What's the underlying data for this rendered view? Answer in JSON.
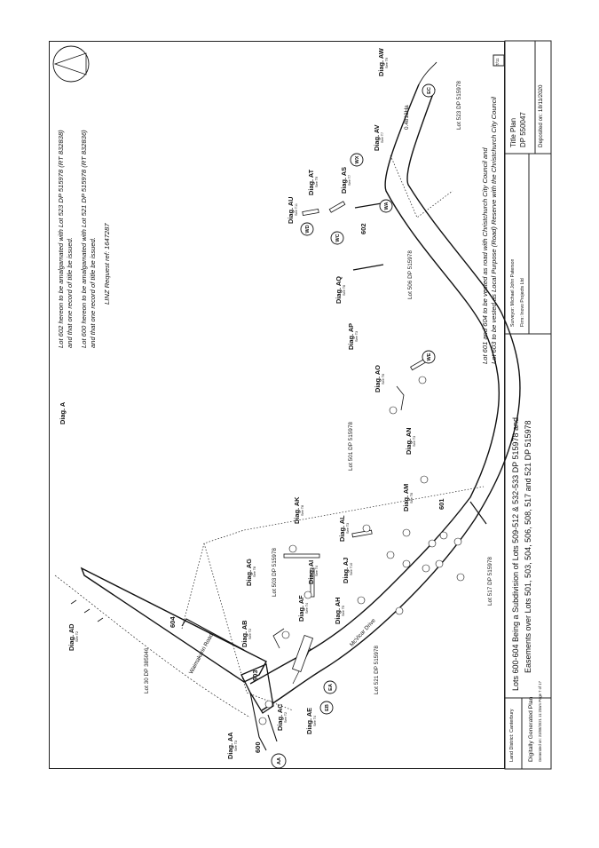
{
  "notes": {
    "top": [
      "Lot 602 hereon to be amalgamated with Lot 523 DP 515978 (RT 832838)",
      "and that one record of title be issued.",
      "Lot 600 hereon to be amalgamated with Lot 521 DP 515978 (RT 832836)",
      "and that one record of title be issued.",
      "LINZ Request ref: 1647287"
    ],
    "bottom": [
      "Lot 601 and 604 to be vested as road with Christchurch City Council and",
      "Lot 603 to be vested as Local Purpose (Road) Reserve with the Christchurch City Council"
    ]
  },
  "diag_a": "Diag. A",
  "title_block": {
    "land_district": "Land District: Canterbury",
    "plan_type": "Digitally Generated Plan",
    "generated": "Generated on: 23/08/2021 11:23am Page 7 of 17",
    "title_line1": "Lots 600-604 Being a Subdivision of Lots 509-512 & 532-533 DP 515978 and",
    "title_line2": "Easements over Lots 501, 503, 504, 506, 508, 517 and 521 DP 515978",
    "surveyor": "Surveyor: Michael John Paterson",
    "firm": "Firm: Inovo Projects Ltd",
    "plan_label": "Title Plan",
    "plan_number": "DP 550047",
    "deposited": "Deposited on: 18/11/2020",
    "sheet_ref": "7/11"
  },
  "diagrams": [
    {
      "label": "Diag. AA",
      "sht": "See T3"
    },
    {
      "label": "Diag. AB",
      "sht": "See T2"
    },
    {
      "label": "Diag. AC",
      "sht": "See T2"
    },
    {
      "label": "Diag. AD",
      "sht": "See T2"
    },
    {
      "label": "Diag. AE",
      "sht": "See T4"
    },
    {
      "label": "Diag. AF",
      "sht": "See T4"
    },
    {
      "label": "Diag. AG",
      "sht": "See T8"
    },
    {
      "label": "Diag. AH",
      "sht": "See T5"
    },
    {
      "label": "Diag. AI",
      "sht": "See T4"
    },
    {
      "label": "Diag. AJ",
      "sht": "See T10"
    },
    {
      "label": "Diag. AK",
      "sht": "See T8"
    },
    {
      "label": "Diag. AL",
      "sht": "See T3"
    },
    {
      "label": "Diag. AM",
      "sht": "See T6"
    },
    {
      "label": "Diag. AN",
      "sht": "See T3"
    },
    {
      "label": "Diag. AO",
      "sht": "See T6"
    },
    {
      "label": "Diag. AP",
      "sht": "See T3"
    },
    {
      "label": "Diag. AQ",
      "sht": "See T6"
    },
    {
      "label": "Diag. AS",
      "sht": "See T7"
    },
    {
      "label": "Diag. AT",
      "sht": "See T9"
    },
    {
      "label": "Diag. AU",
      "sht": "See T11"
    },
    {
      "label": "Diag. AV",
      "sht": "See T7"
    },
    {
      "label": "Diag. AW",
      "sht": "See T9"
    }
  ],
  "lots": [
    "Lot 30 DP 385046",
    "Lot 503 DP 515978",
    "Lot 501 DP 515978",
    "Lot 506 DP 515978",
    "Lot 523 DP 515978",
    "Lot 517 DP 515978",
    "Lot 521 DP 515978"
  ],
  "roads": [
    "Waimakariri Road",
    "McVicar Drive"
  ],
  "lot_numbers": [
    "600",
    "601",
    "602",
    "603",
    "604"
  ],
  "area": "0.4813Ha",
  "easements": [
    "AA",
    "EB",
    "EA",
    "WE",
    "WD",
    "WC",
    "WA",
    "WX",
    "EC"
  ]
}
